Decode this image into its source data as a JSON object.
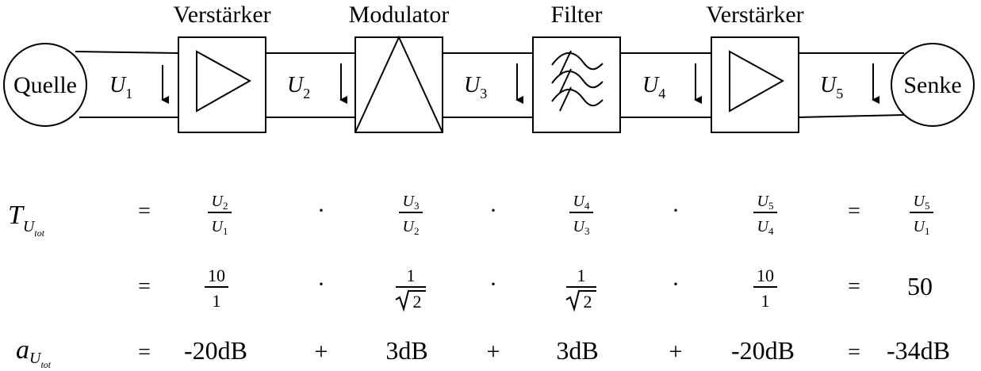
{
  "blocks": {
    "source": "Quelle",
    "sink": "Senke",
    "amp1": "Verstärker",
    "modulator": "Modulator",
    "filter": "Filter",
    "amp2": "Verstärker"
  },
  "voltages": [
    {
      "base": "U",
      "sub": "1"
    },
    {
      "base": "U",
      "sub": "2"
    },
    {
      "base": "U",
      "sub": "3"
    },
    {
      "base": "U",
      "sub": "4"
    },
    {
      "base": "U",
      "sub": "5"
    }
  ],
  "equations": {
    "T_symbol": "T",
    "a_symbol": "a",
    "lhs_sub_base": "U",
    "lhs_sub_sub": "tot",
    "eq": "=",
    "dot": "·",
    "plus": "+",
    "row1": [
      {
        "num": "U",
        "num_sub": "2",
        "den": "U",
        "den_sub": "1"
      },
      {
        "num": "U",
        "num_sub": "3",
        "den": "U",
        "den_sub": "2"
      },
      {
        "num": "U",
        "num_sub": "4",
        "den": "U",
        "den_sub": "3"
      },
      {
        "num": "U",
        "num_sub": "5",
        "den": "U",
        "den_sub": "4"
      },
      {
        "num": "U",
        "num_sub": "5",
        "den": "U",
        "den_sub": "1"
      }
    ],
    "row2": {
      "f1_num": "10",
      "f1_den": "1",
      "f2_num": "1",
      "f2_den_sqrt": "2",
      "f3_num": "1",
      "f3_den_sqrt": "2",
      "f4_num": "10",
      "f4_den": "1",
      "result": "50"
    },
    "row3": {
      "v1": "-20dB",
      "v2": "3dB",
      "v3": "3dB",
      "v4": "-20dB",
      "result": "-34dB"
    }
  }
}
